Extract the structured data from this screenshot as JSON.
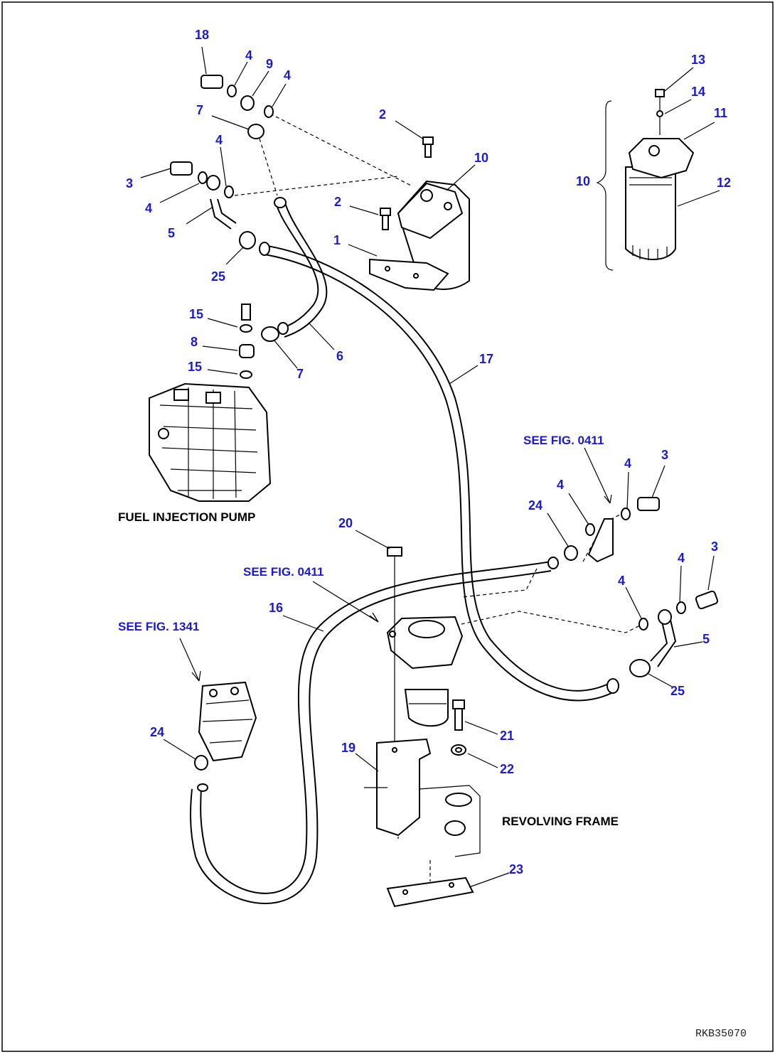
{
  "labels": {
    "n18": "18",
    "n4a": "4",
    "n9": "9",
    "n4b": "4",
    "n7a": "7",
    "n4c": "4",
    "n3a": "3",
    "n4d": "4",
    "n5a": "5",
    "n25a": "25",
    "n2a": "2",
    "n10a": "10",
    "n2b": "2",
    "n1": "1",
    "n13": "13",
    "n14": "14",
    "n11": "11",
    "n10b": "10",
    "n12": "12",
    "n15a": "15",
    "n8": "8",
    "n15b": "15",
    "n7b": "7",
    "n6": "6",
    "n17": "17",
    "n4e": "4",
    "n3b": "3",
    "n4f": "4",
    "n24a": "24",
    "n20": "20",
    "n16": "16",
    "n4g": "4",
    "n3c": "3",
    "n4h": "4",
    "n5b": "5",
    "n25b": "25",
    "n24b": "24",
    "n21": "21",
    "n19": "19",
    "n22": "22",
    "n23": "23"
  },
  "references": {
    "see_0411_a": "SEE FIG. 0411",
    "see_0411_b": "SEE FIG. 0411",
    "see_1341": "SEE FIG. 1341"
  },
  "captions": {
    "fuel_injection_pump": "FUEL INJECTION PUMP",
    "revolving_frame": "REVOLVING FRAME"
  },
  "figure_code": "RKB35070",
  "colors": {
    "callout": "#1a1ad6",
    "line": "#000000",
    "background": "#ffffff"
  }
}
